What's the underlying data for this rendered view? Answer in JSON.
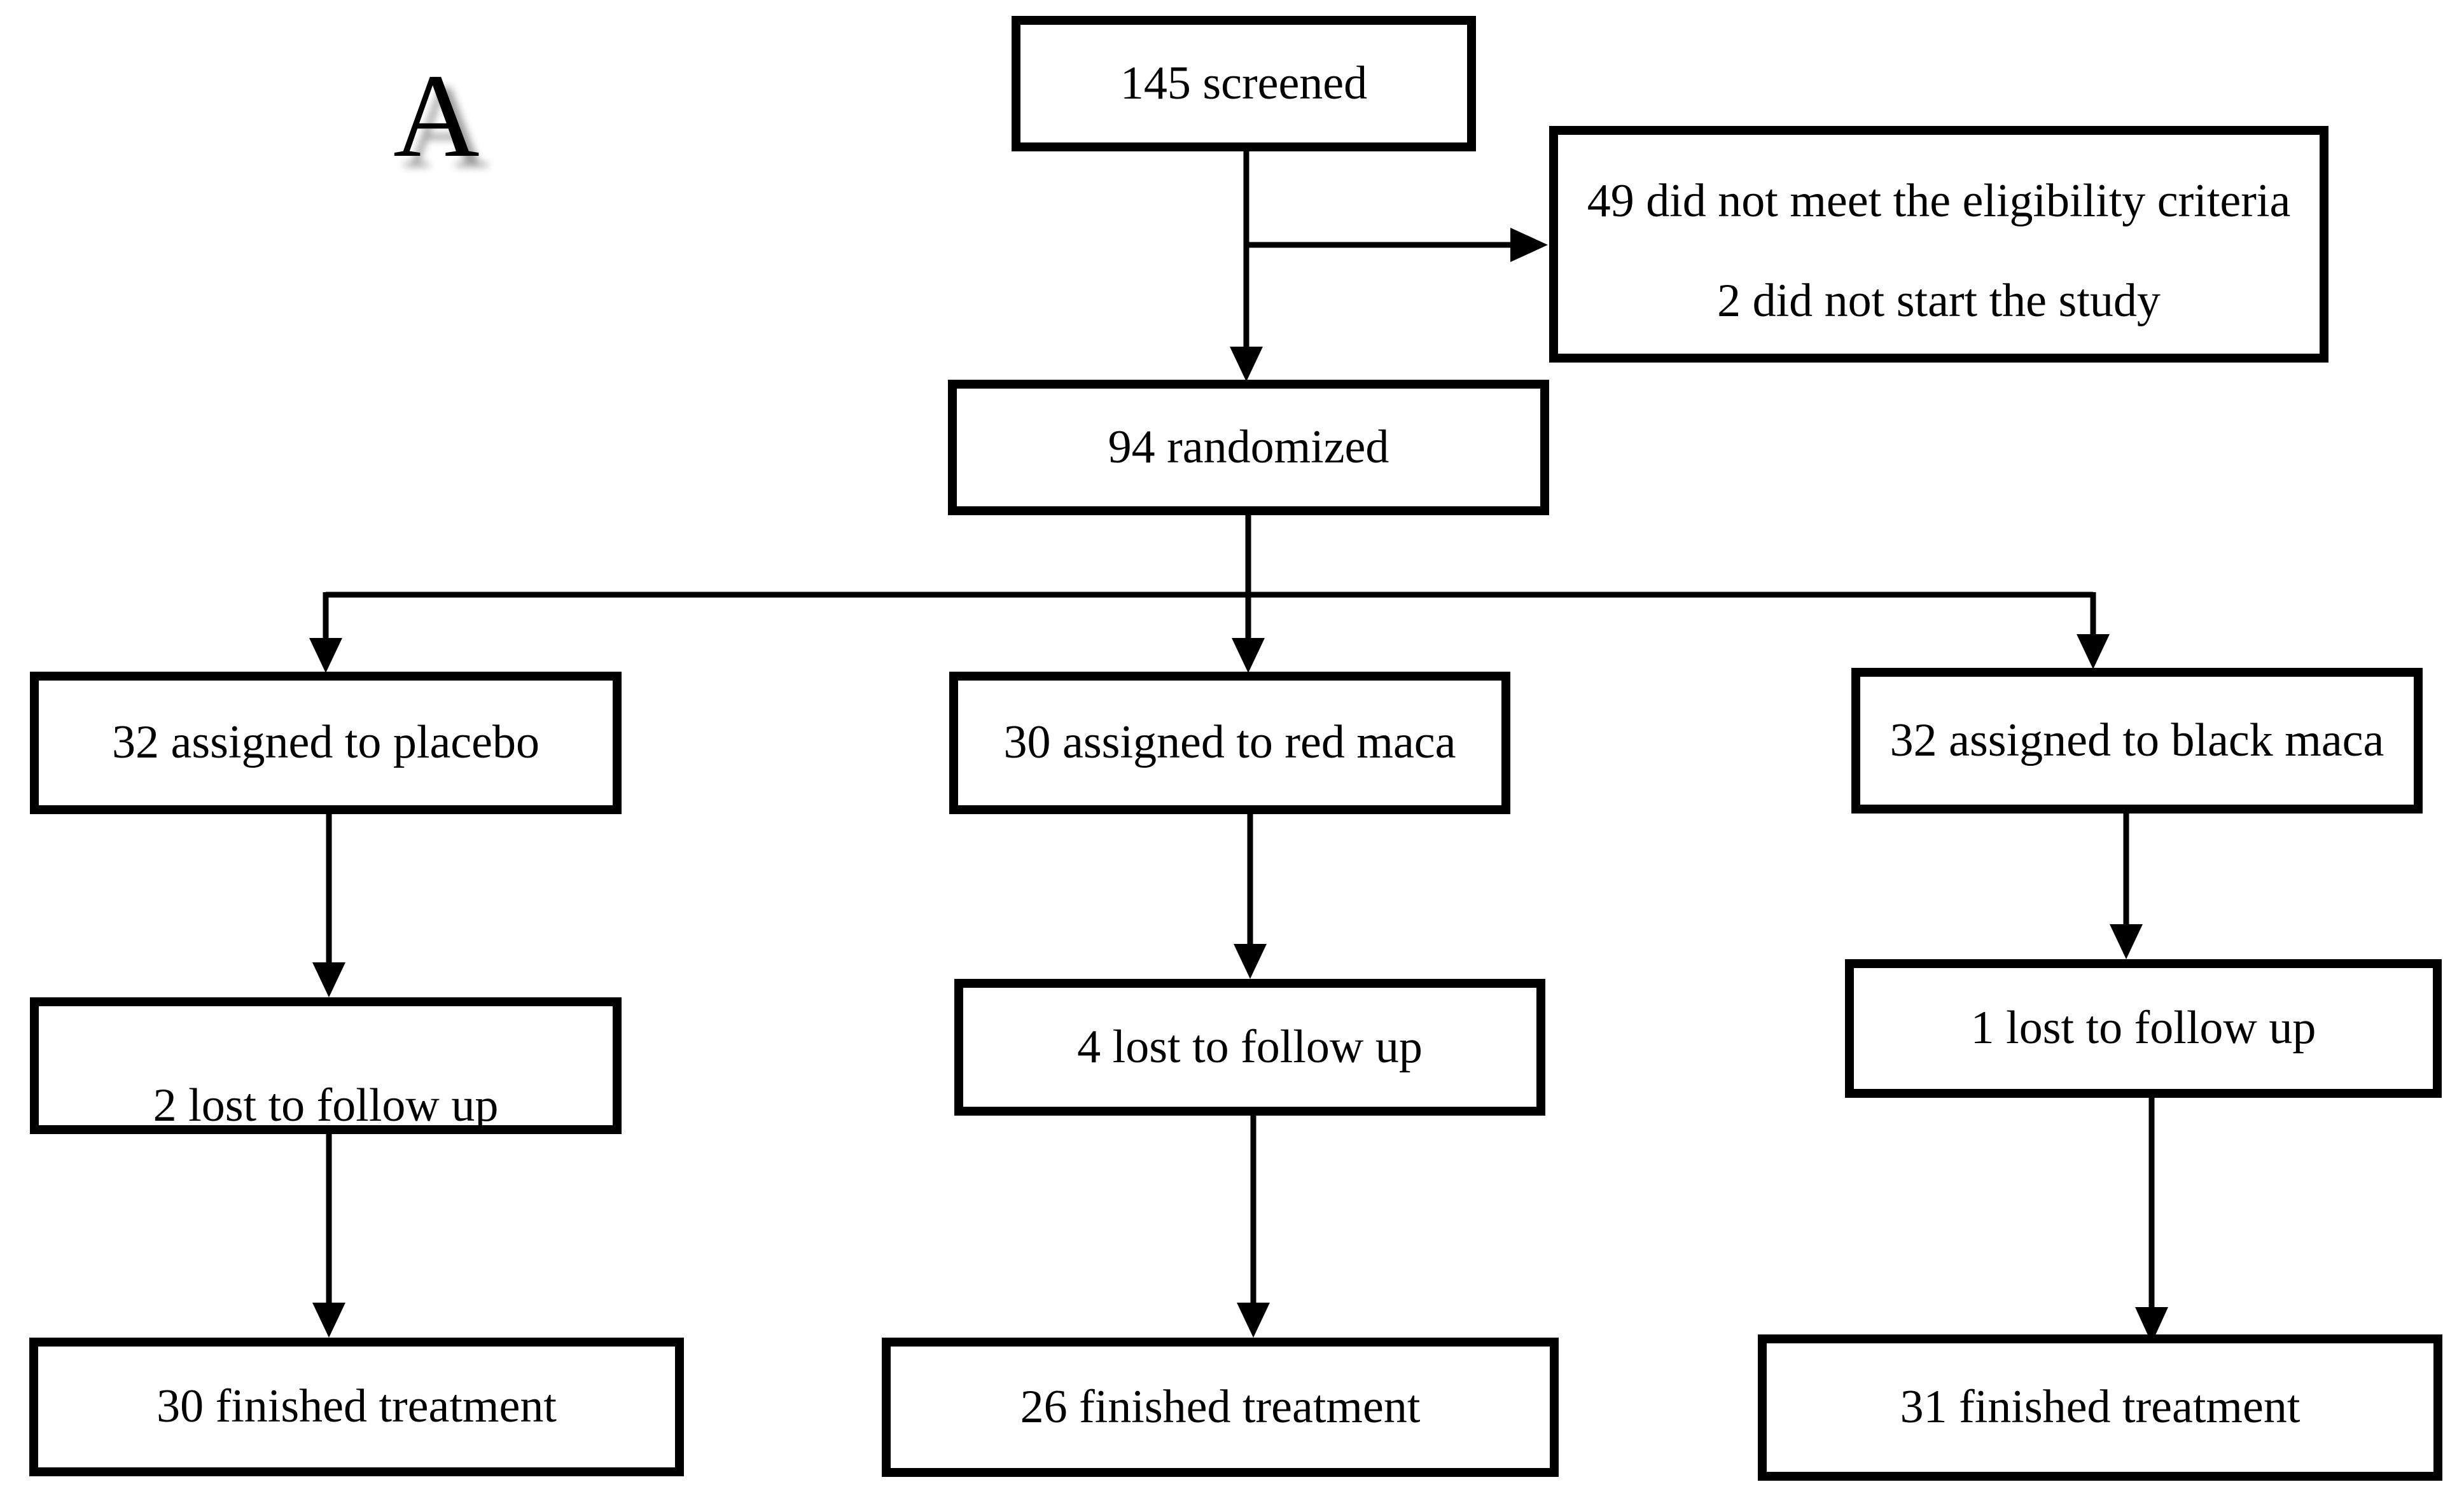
{
  "panel_label": "A",
  "colors": {
    "line": "#000000",
    "text": "#000000",
    "background": "#ffffff"
  },
  "nodes": {
    "screened": "145 screened",
    "excluded_line1": "49 did not meet the eligibility criteria",
    "excluded_line2": "2 did not start the study",
    "randomized": "94 randomized",
    "placebo_assigned": "32 assigned to placebo",
    "red_maca_assigned": "30 assigned to red maca",
    "black_maca_assigned": "32 assigned to black maca",
    "placebo_lost": "2 lost to follow up",
    "red_maca_lost": "4 lost to follow up",
    "black_maca_lost": "1 lost to follow up",
    "placebo_finished": "30 finished treatment",
    "red_maca_finished": "26 finished treatment",
    "black_maca_finished": "31 finished treatment"
  },
  "edges": [
    {
      "from": "screened",
      "to": "excluded"
    },
    {
      "from": "screened",
      "to": "randomized"
    },
    {
      "from": "randomized",
      "to": "placebo_assigned"
    },
    {
      "from": "randomized",
      "to": "red_maca_assigned"
    },
    {
      "from": "randomized",
      "to": "black_maca_assigned"
    },
    {
      "from": "placebo_assigned",
      "to": "placebo_lost"
    },
    {
      "from": "red_maca_assigned",
      "to": "red_maca_lost"
    },
    {
      "from": "black_maca_assigned",
      "to": "black_maca_lost"
    },
    {
      "from": "placebo_lost",
      "to": "placebo_finished"
    },
    {
      "from": "red_maca_lost",
      "to": "red_maca_finished"
    },
    {
      "from": "black_maca_lost",
      "to": "black_maca_finished"
    }
  ]
}
